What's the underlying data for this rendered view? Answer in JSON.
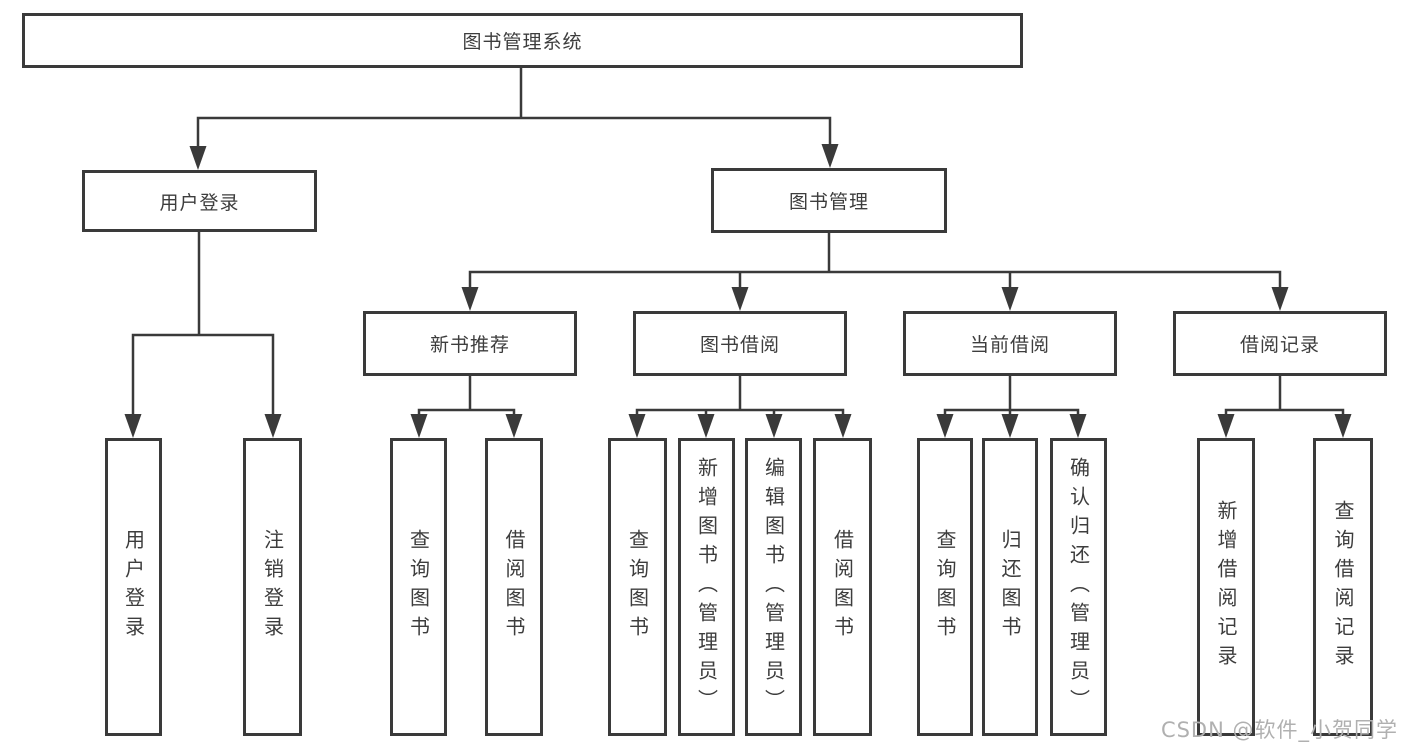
{
  "colors": {
    "line": "#3a3a3a",
    "box_border": "#3a3a3a",
    "text": "#3d3d3d",
    "watermark": "#b0b0b0",
    "background": "#ffffff"
  },
  "tree": {
    "root": {
      "label": "图书管理系统"
    },
    "branches": [
      {
        "label": "用户登录",
        "children": [
          {
            "label": "用户登录"
          },
          {
            "label": "注销登录"
          }
        ]
      },
      {
        "label": "图书管理",
        "children": [
          {
            "label": "新书推荐",
            "children": [
              {
                "label": "查询图书"
              },
              {
                "label": "借阅图书"
              }
            ]
          },
          {
            "label": "图书借阅",
            "children": [
              {
                "label": "查询图书"
              },
              {
                "label": "新增图书（管理员）"
              },
              {
                "label": "编辑图书（管理员）"
              },
              {
                "label": "借阅图书"
              }
            ]
          },
          {
            "label": "当前借阅",
            "children": [
              {
                "label": "查询图书"
              },
              {
                "label": "归还图书"
              },
              {
                "label": "确认归还（管理员）"
              }
            ]
          },
          {
            "label": "借阅记录",
            "children": [
              {
                "label": "新增借阅记录"
              },
              {
                "label": "查询借阅记录"
              }
            ]
          }
        ]
      }
    ]
  },
  "watermark": {
    "text": "CSDN @软件_小贺同学"
  }
}
